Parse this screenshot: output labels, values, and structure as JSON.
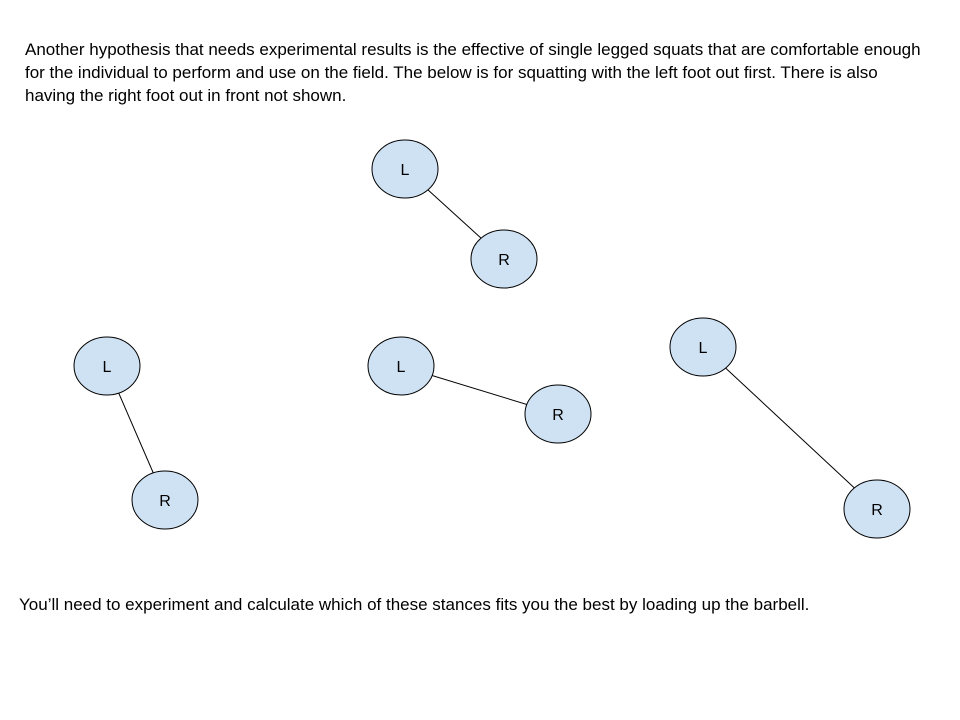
{
  "intro_text": "Another hypothesis that needs experimental results is the effective of single legged squats that are comfortable enough for the individual to perform and use on the field. The below is for squatting with the left foot out first. There is also having the right foot out in front not shown.",
  "footer_text": "You’ll need to experiment and calculate which of these stances fits you the best by loading up the barbell.",
  "colors": {
    "node_fill": "#cfe2f3",
    "stroke": "#000000"
  },
  "stances": [
    {
      "left_label": "L",
      "right_label": "R"
    },
    {
      "left_label": "L",
      "right_label": "R"
    },
    {
      "left_label": "L",
      "right_label": "R"
    },
    {
      "left_label": "L",
      "right_label": "R"
    }
  ]
}
